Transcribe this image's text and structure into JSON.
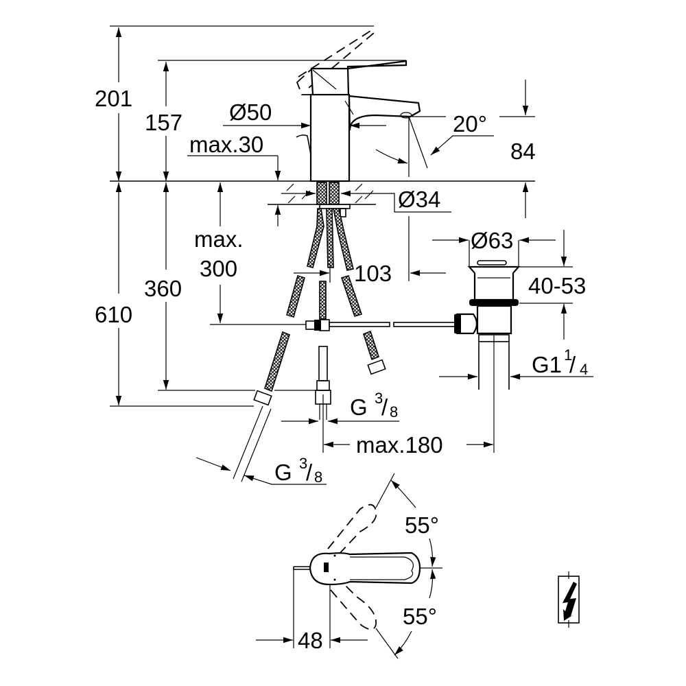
{
  "drawing": {
    "subject": "single-lever basin mixer with pop-up waste — dimension drawing",
    "units": "mm",
    "dimensions": {
      "total_height": "201",
      "lever_height": "157",
      "body_diameter": "Ø50",
      "max_deck_thickness": "max.30",
      "spout_angle": "20°",
      "spout_height": "84",
      "mounting_hole_diameter": "Ø34",
      "max_below_deck_label": "max.",
      "max_below_deck_value": "300",
      "spout_reach": "103",
      "hose_length_short": "360",
      "hose_length_total": "610",
      "waste_flange_diameter": "Ø63",
      "waste_basin_thickness": "40-53",
      "waste_thread_main": "G1",
      "waste_thread_num": "1",
      "waste_thread_den": "4",
      "connection_thread_1_main": "G",
      "connection_thread_1_num": "3",
      "connection_thread_1_den": "8",
      "max_waste_distance": "max.180",
      "connection_thread_2_main": "G",
      "connection_thread_2_num": "3",
      "connection_thread_2_den": "8",
      "lever_angle_up": "55°",
      "lever_angle_down": "55°",
      "lever_offset": "48"
    },
    "symbols": {
      "electrical_symbol": "lightning-bolt"
    }
  }
}
